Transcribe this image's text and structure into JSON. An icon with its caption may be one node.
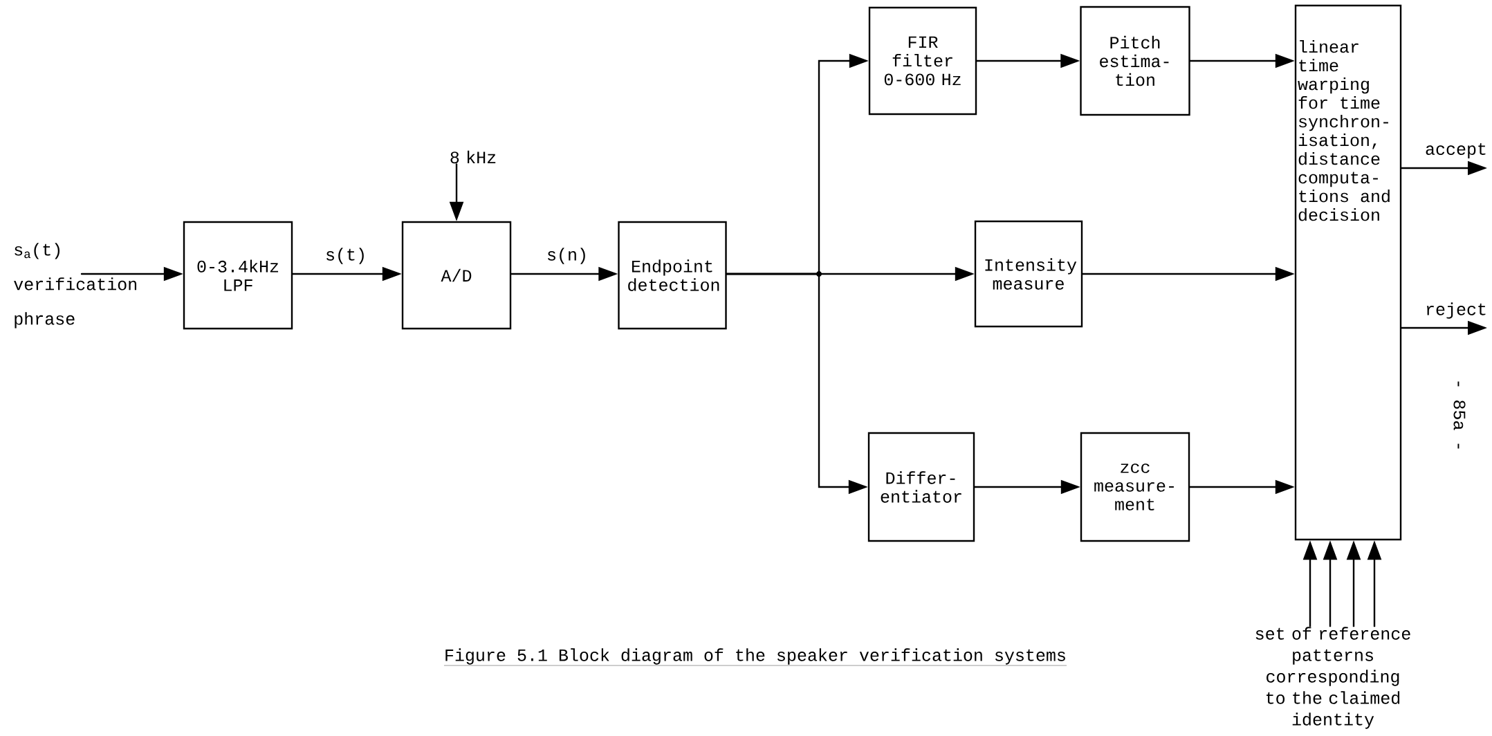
{
  "diagram": {
    "caption": "Figure 5.1 Block diagram of the speaker verification systems",
    "nodes": [
      {
        "text": [
          "s$_{a}$(t) verification phrase"
        ]
      },
      {
        "text": [
          "0-3.4kHz LPF"
        ]
      },
      {
        "text": [
          "A/D"
        ]
      },
      {
        "text": [
          "Endpoint detection"
        ]
      },
      {
        "text": [
          "FIR filter 0-600 Hz"
        ]
      },
      {
        "text": [
          "Pitch estima- tion"
        ]
      },
      {
        "text": [
          "Intensity measure"
        ]
      },
      {
        "text": [
          "Differ- entiator"
        ]
      },
      {
        "text": [
          "zcc measure- ment"
        ]
      },
      {
        "text": [
          "linear time warping for time synchron- isation, distance computa- tions and decision"
        ]
      },
      {
        "text": [
          "8 kHz"
        ]
      },
      {
        "text": [
          "set of reference patterns corresponding to the claimed identity"
        ]
      }
    ],
    "edges": [
      {
        "from": 0,
        "to": 1,
        "arrow": "to"
      },
      {
        "from": 1,
        "to": 2,
        "arrow": "to",
        "label": "s(t)"
      },
      {
        "from": 10,
        "to": 2,
        "arrow": "to"
      },
      {
        "from": 2,
        "to": 3,
        "arrow": "to",
        "label": "s(n)"
      },
      {
        "from": 3,
        "to": 4,
        "arrow": "to"
      },
      {
        "from": 3,
        "to": 6,
        "arrow": "to"
      },
      {
        "from": 3,
        "to": 7,
        "arrow": "to"
      },
      {
        "from": 4,
        "to": 5,
        "arrow": "to"
      },
      {
        "from": 6,
        "to": 9,
        "arrow": "to"
      },
      {
        "from": 7,
        "to": 8,
        "arrow": "to"
      },
      {
        "from": 5,
        "to": 9,
        "arrow": "to"
      },
      {
        "from": 8,
        "to": 9,
        "arrow": "to"
      },
      {
        "from": 9,
        "to": null,
        "arrow": "to",
        "label": "accept"
      },
      {
        "from": 9,
        "to": null,
        "arrow": "to",
        "label": "reject"
      },
      {
        "from": 11,
        "to": 9,
        "arrow": "to"
      },
      {
        "from": 11,
        "to": 9,
        "arrow": "to"
      },
      {
        "from": 11,
        "to": 9,
        "arrow": "to"
      },
      {
        "from": 11,
        "to": 9,
        "arrow": "to"
      }
    ],
    "labels": [
      "- 85a -"
    ]
  }
}
